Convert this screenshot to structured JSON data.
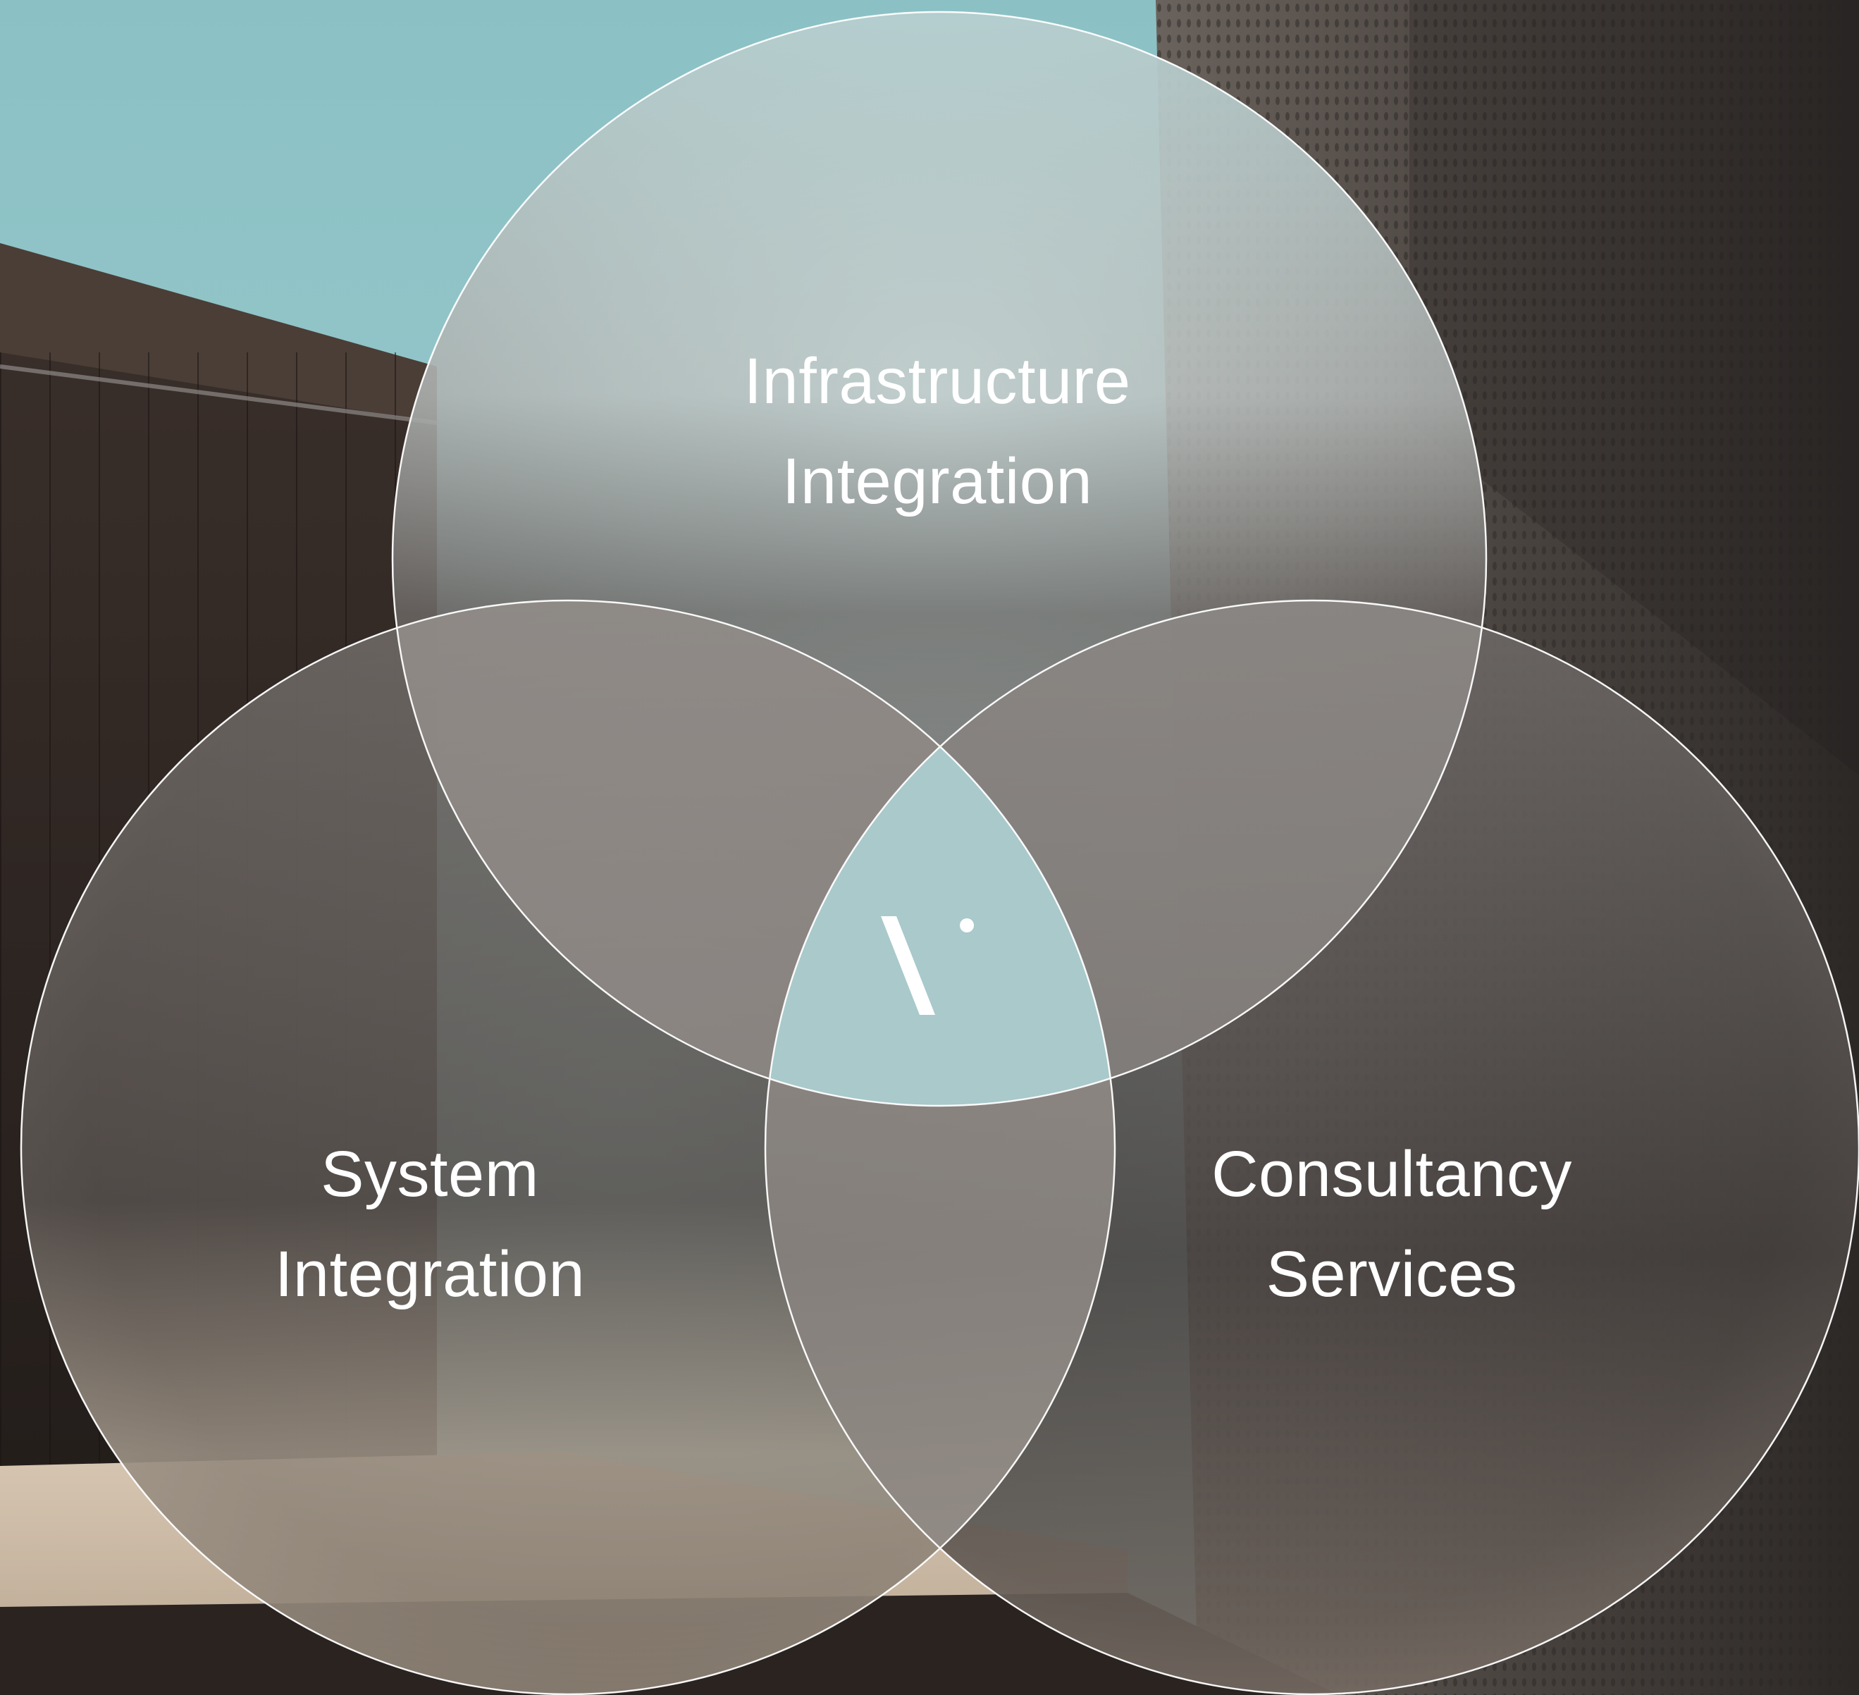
{
  "diagram": {
    "type": "venn",
    "circles": [
      {
        "key": "infrastructure",
        "lines": [
          "Infrastructure",
          "Integration"
        ]
      },
      {
        "key": "system",
        "lines": [
          "System",
          "Integration"
        ]
      },
      {
        "key": "consultancy",
        "lines": [
          "Consultancy",
          "Services"
        ]
      }
    ],
    "center_logo": "logo-mark-icon"
  },
  "colors": {
    "sky": "#8fc3c7",
    "center_overlap": "#a9c9cb",
    "circle_outline": "#ffffff",
    "label_text": "#ffffff",
    "dark_wall": "#2b2522",
    "light_ground": "#cdbca6"
  }
}
